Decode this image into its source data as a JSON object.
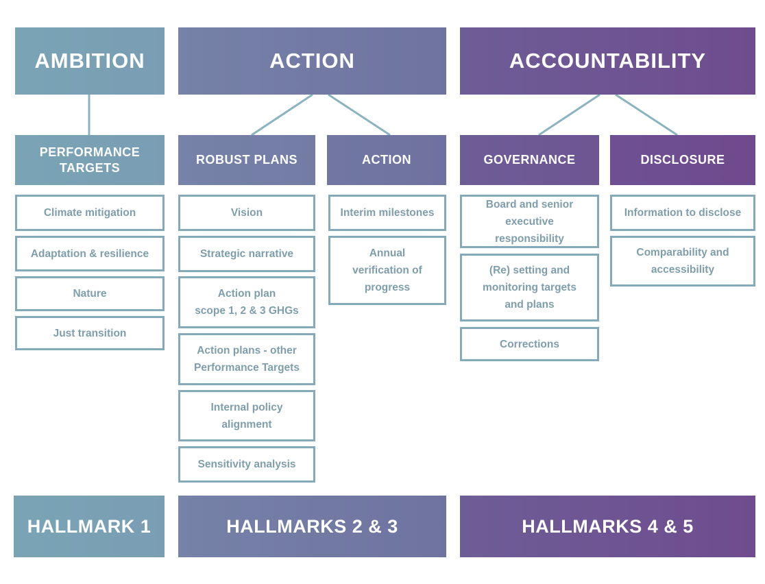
{
  "pillars": {
    "ambition": "AMBITION",
    "action": "ACTION",
    "accountability": "ACCOUNTABILITY"
  },
  "subheaders": {
    "performance_targets": "PERFORMANCE\nTARGETS",
    "robust_plans": "ROBUST PLANS",
    "action": "ACTION",
    "governance": "GOVERNANCE",
    "disclosure": "DISCLOSURE"
  },
  "items": {
    "performance_targets": [
      "Climate mitigation",
      "Adaptation & resilience",
      "Nature",
      "Just transition"
    ],
    "robust_plans": [
      "Vision",
      "Strategic narrative",
      "Action plan\nscope 1, 2 & 3 GHGs",
      "Action plans - other\nPerformance Targets",
      "Internal policy\nalignment",
      "Sensitivity analysis"
    ],
    "action": [
      "Interim milestones",
      "Annual\nverification of\nprogress"
    ],
    "governance": [
      "Board and senior\nexecutive\nresponsibility",
      "(Re) setting and\nmonitoring targets\nand plans",
      "Corrections"
    ],
    "disclosure": [
      "Information to disclose",
      "Comparability and\naccessibility"
    ]
  },
  "hallmarks": {
    "h1": "HALLMARK 1",
    "h23": "HALLMARKS 2 & 3",
    "h45": "HALLMARKS 4 & 5"
  },
  "colors": {
    "teal": "#7aa4b6",
    "slate": "#7079a2",
    "purple": "#6f4f90",
    "box_border": "#84aab9",
    "box_text": "#7e9eab",
    "connector": "#8ab3c0"
  }
}
